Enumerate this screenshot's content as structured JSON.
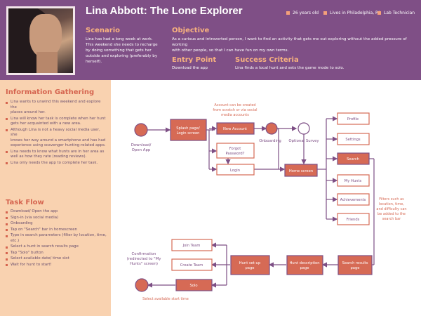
{
  "header": {
    "title": "Lina Abbott: The Lone Explorer",
    "meta": [
      "26 years old",
      "Lives in Philadelphia, PA",
      "Lab Technician"
    ],
    "scenario_heading": "Scenario",
    "scenario_lines": [
      "Lina has had a long week at work.",
      "This weekend she needs to recharge",
      "by doing something that gets her",
      "outside and exploring (preferably by",
      "herself)."
    ],
    "objective_heading": "Objective",
    "objective_lines": [
      "As a curious and introverted person, I want to find an activity that gets me out exploring without the added pressure of working",
      "with other people, so that I can have fun on my own terms."
    ],
    "entry_heading": "Entry Point",
    "entry_text": "Download the app",
    "success_heading": "Success Criteria",
    "success_text": "Lina finds a local hunt and sets the game mode to solo."
  },
  "info": {
    "heading": "Information Gathering",
    "items": [
      [
        "Lina wants to unwind this weekend and explore the",
        "places around her."
      ],
      [
        "Lina will know her task is complete when her hunt",
        "gets her acquainted with a new area."
      ],
      [
        "Although Lina is not a heavy social media user, she",
        "knows her way around a smartphone and has had",
        "experience using scavenger hunting-related apps."
      ],
      [
        "Lina needs to know what hunts are in her area as",
        "well as how they rate (reading reviews)."
      ],
      [
        "Lina only needs the app to complete her task."
      ]
    ]
  },
  "task": {
    "heading": "Task Flow",
    "items": [
      [
        "Download/ Open the app"
      ],
      [
        "Sign-in (via social media)"
      ],
      [
        "Onboarding"
      ],
      [
        "Tap on \"Search\" bar in homescreen"
      ],
      [
        "Type in search parameters (filter by location, time,",
        "etc.)"
      ],
      [
        "Select a hunt in search results page"
      ],
      [
        "Tap \"Solo\" button"
      ],
      [
        "Select available date/ time slot"
      ],
      [
        "Wait for hunt to start!"
      ]
    ]
  },
  "flow": {
    "download": [
      "Download/",
      "Open App"
    ],
    "splash": [
      "Splash page/",
      "Login screen"
    ],
    "new_account": "New Account",
    "forgot": [
      "Forgot",
      "Password?"
    ],
    "login": "Login",
    "onboarding": "Onboarding",
    "survey": "Optional Survey",
    "home": "Home screen",
    "profile": "Profile",
    "settings": "Settings",
    "search": "Search",
    "my_hunts": "My Hunts",
    "achievements": "Achievements",
    "friends": "Friends",
    "search_results": [
      "Search results",
      "page"
    ],
    "hunt_desc": [
      "Hunt description",
      "page"
    ],
    "hunt_setup": [
      "Hunt set-up",
      "page"
    ],
    "join_team": "Join Team",
    "create_team": "Create Team",
    "solo": "Solo",
    "confirmation": [
      "Confirmation",
      "(redirected to \"My",
      "Hunts\" screen)"
    ],
    "note_account": [
      "Account can be created",
      "from scratch or via social",
      "media accounts"
    ],
    "note_filters": [
      "Filters such as",
      "location, time,",
      "and difficulty can",
      "be added to the",
      "search bar"
    ],
    "note_slot": "Select available start time"
  },
  "colors": {
    "purple": "#7f4f86",
    "coral": "#d66a55",
    "peach": "#f9d2b0",
    "accent": "#f8b27f"
  }
}
